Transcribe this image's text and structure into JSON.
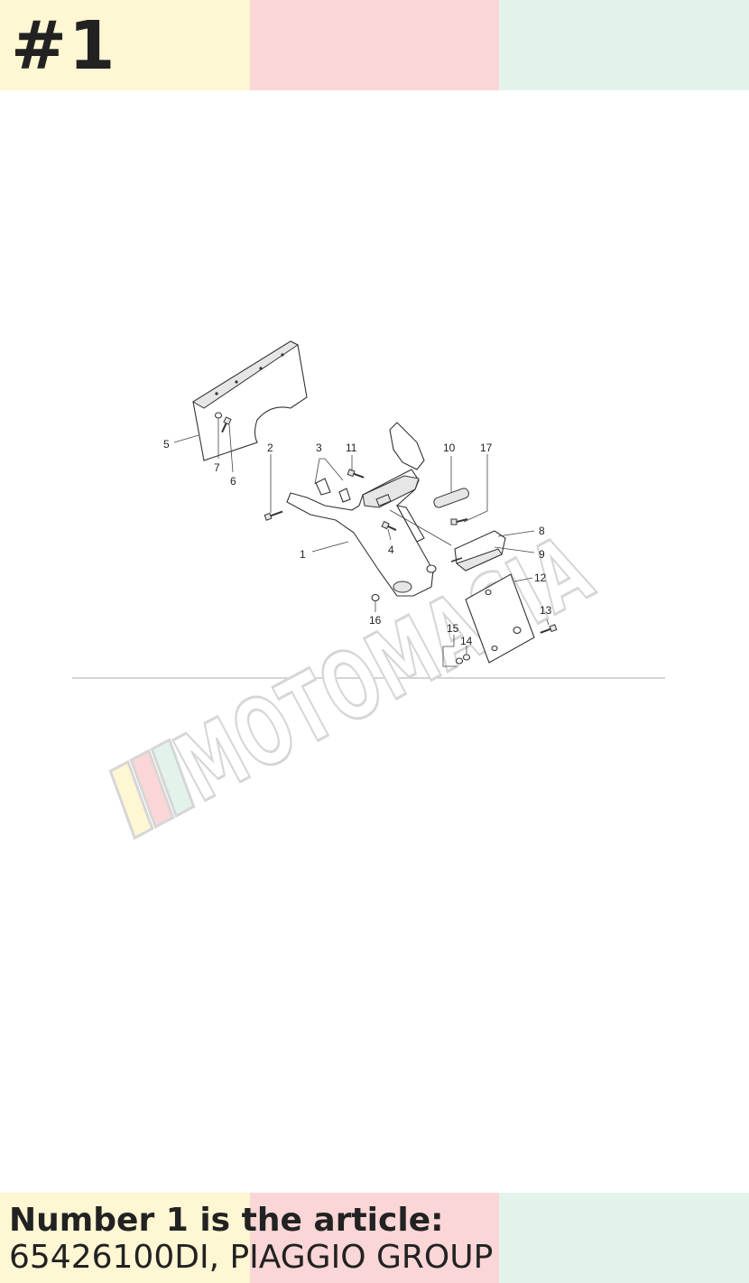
{
  "header": {
    "badge": "#1"
  },
  "colors": {
    "yellow": "#fff6d3",
    "pink": "#fbd6d6",
    "green": "#e3f3ec",
    "text": "#222222"
  },
  "diagram": {
    "callouts": [
      "1",
      "2",
      "3",
      "4",
      "5",
      "6",
      "7",
      "8",
      "9",
      "10",
      "11",
      "12",
      "13",
      "14",
      "15",
      "16",
      "17"
    ]
  },
  "watermark": {
    "text": "MOTOMACIA"
  },
  "footer": {
    "line1": "Number 1 is the article:",
    "line2": "65426100DI, PIAGGIO GROUP"
  }
}
